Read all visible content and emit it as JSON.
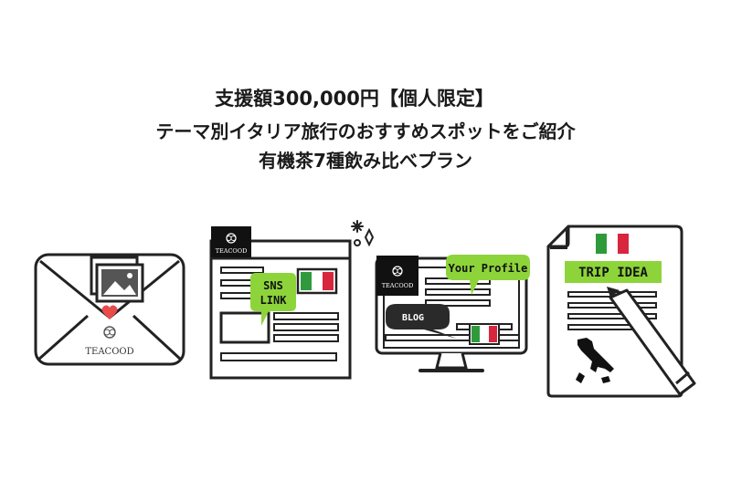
{
  "headline": {
    "line1": "支援額300,000円【個人限定】",
    "line2": "テーマ別イタリア旅行のおすすめスポットをご紹介",
    "line3": "有機茶7種飲み比べプラン"
  },
  "brand": "TEACOOD",
  "icons": {
    "envelope": {
      "icon": "envelope-photo-icon",
      "brand": "TEACOOD"
    },
    "webpage": {
      "icon": "webpage-icon",
      "brand": "TEACOOD",
      "bubble_line1": "SNS",
      "bubble_line2": "LINK"
    },
    "monitor": {
      "icon": "monitor-icon",
      "brand": "TEACOOD",
      "profile_bubble": "Your Profile",
      "blog_bubble": "BLOG"
    },
    "document": {
      "icon": "trip-document-icon",
      "label": "TRIP IDEA"
    }
  },
  "colors": {
    "accent_green": "#8dd43a",
    "italy_green": "#2f9a3c",
    "italy_red": "#d7263d",
    "heart": "#e94b4b",
    "outline": "#222222"
  }
}
